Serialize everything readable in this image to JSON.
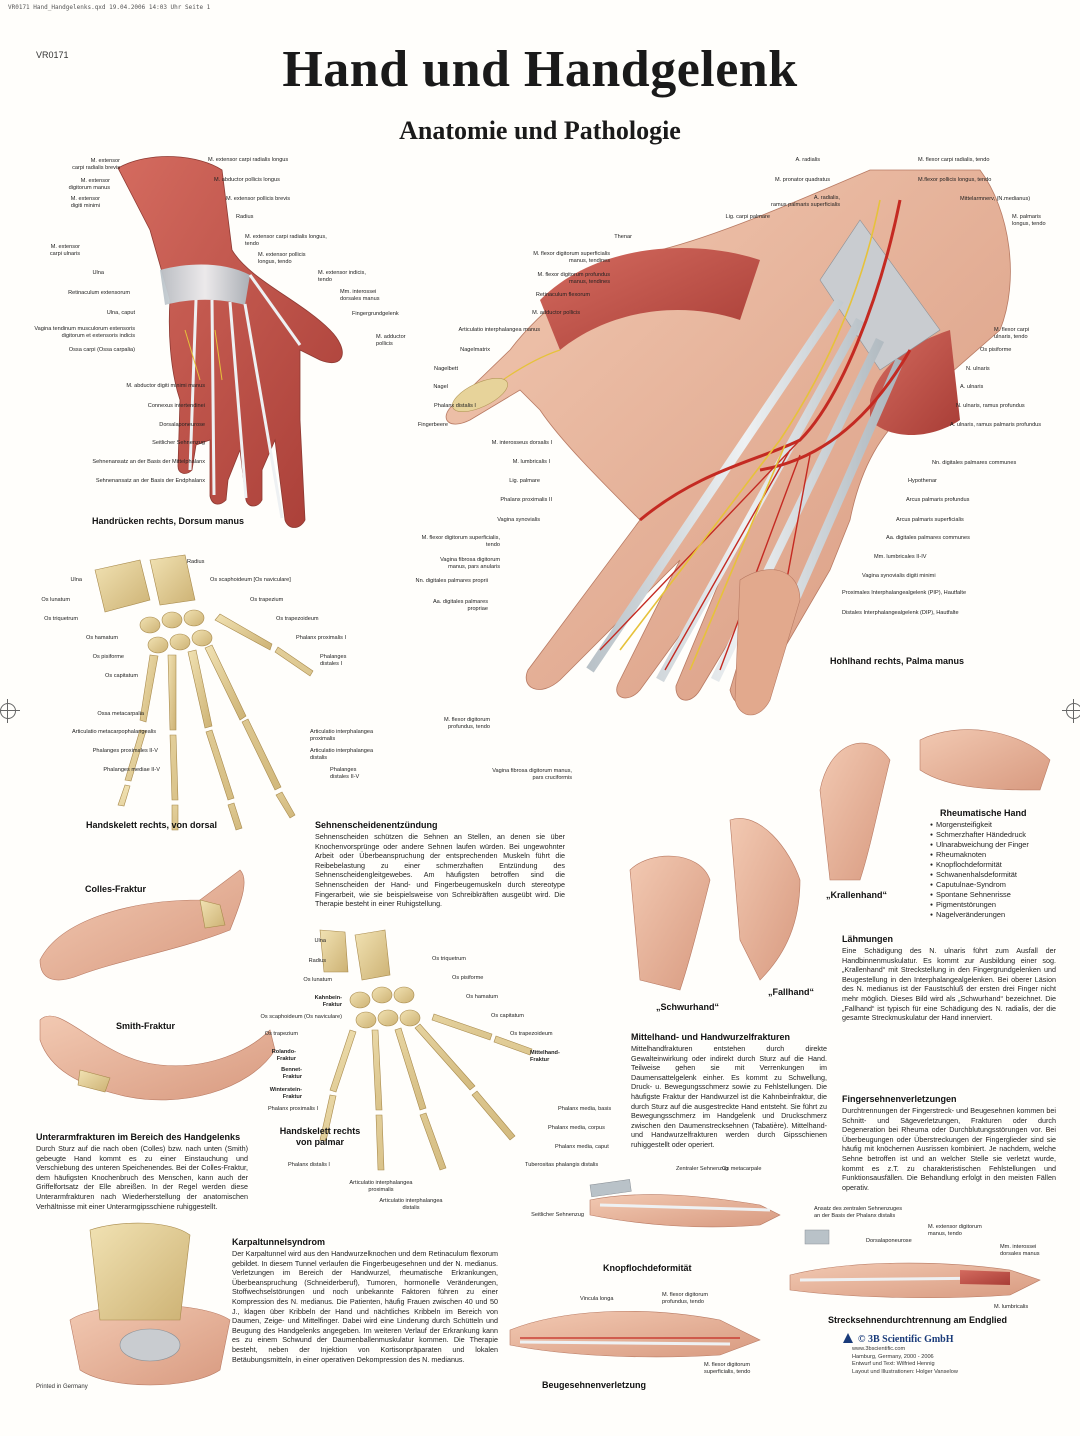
{
  "header": {
    "crop_line": "VR0171 Hand_Handgelenks.qxd  19.04.2006  14:03 Uhr  Seite 1",
    "code": "VR0171",
    "title": "Hand und Handgelenk",
    "subtitle": "Anatomie und Pathologie"
  },
  "dorsal": {
    "caption": "Handrücken rechts, Dorsum manus",
    "labels_left": [
      "M. extensor\ncarpi radialis brevis",
      "M. extensor\ndigitorum manus",
      "M. extensor\ndigiti minimi",
      "M. extensor\ncarpi ulnaris",
      "Ulna",
      "Retinaculum extensorum",
      "Ulna, caput",
      "Vagina tendinum musculorum extensoris\ndigitorum et extensoris indicis",
      "Ossa carpi (Ossa carpalia)",
      "M. abductor digiti minimi manus",
      "Connexus intertendinei",
      "Dorsalaponeurose",
      "Seitlicher Sehnenzug",
      "Sehnenansatz an der Basis der Mittelphalanx",
      "Sehnenansatz an der Basis der Endphalanx"
    ],
    "labels_right": [
      "M. extensor carpi radialis longus",
      "M. abductor pollicis longus",
      "M. extensor pollicis brevis",
      "Radius",
      "M. extensor carpi radialis longus,\ntendo",
      "M. extensor pollicis\nlongus, tendo",
      "M. extensor indicis,\ntendo",
      "Mm. interossei\ndorsales manus",
      "Fingergrundgelenk",
      "M. adductor\npollicis"
    ]
  },
  "palmar": {
    "caption": "Hohlhand rechts, Palma manus",
    "labels_top": [
      "A. radialis",
      "M. pronator quadratus",
      "A. radialis,\nramus palmaris superficialis",
      "Lig. carpi palmare",
      "M. flexor carpi radialis, tendo",
      "M.flexor pollicis longus, tendo",
      "Mittelarmnerv, (N.medianus)",
      "M. palmaris\nlongus, tendo"
    ],
    "labels_left": [
      "Thenar",
      "M. flexor digitorum superficialis\nmanus, tendines",
      "M. flexor digitorum profundus\nmanus, tendines",
      "Retinaculum flexorum",
      "M. adductor pollicis",
      "Articulatio interphalangea manus",
      "Nagelmatrix",
      "Nagelbett",
      "Nagel",
      "Phalanx distalis I",
      "Fingerbeere",
      "M. interosseus dorsalis I",
      "M. lumbricalis I",
      "Lig. palmare",
      "Phalanx proximalis II",
      "Vagina synovialis",
      "M. flexor digitorum superficialis,\ntendo",
      "Vagina fibrosa digitorum\nmanus, pars anularis",
      "Nn. digitales palmares proprii",
      "Aa. digitales palmares\npropriae",
      "M. flexor digitorum\nprofundus, tendo",
      "Vagina fibrosa digitorum manus,\npars cruciformis"
    ],
    "labels_right": [
      "M. flexor carpi\nulnaris, tendo",
      "Os pisiforme",
      "N. ulnaris",
      "A. ulnaris",
      "N. ulnaris, ramus profundus",
      "A. ulnaris, ramus palmaris profundus",
      "Nn. digitales palmares communes",
      "Hypothenar",
      "Arcus palmaris profundus",
      "Arcus palmaris superficialis",
      "Aa. digitales palmares communes",
      "Mm. lumbricales II-IV",
      "Vagina synovialis digiti minimi",
      "Proximales Interphalangealgelenk (PIP), Hautfalte",
      "Distales Interphalangealgelenk (DIP), Hautfalte"
    ]
  },
  "skeleton_dorsal": {
    "caption": "Handskelett rechts, von dorsal",
    "labels_left": [
      "Ulna",
      "Os lunatum",
      "Os triquetrum",
      "Os hamatum",
      "Os pisiforme",
      "Os capitatum",
      "Ossa metacarpalia",
      "Articulatio metacarpophalangealis",
      "Phalanges proximales II-V",
      "Phalanges mediae II-V"
    ],
    "labels_right": [
      "Radius",
      "Os scaphoideum [Os naviculare]",
      "Os trapezium",
      "Os trapezoideum",
      "Phalanx proximalis I",
      "Phalanges\ndistales I",
      "Articulatio interphalangea\nproximalis",
      "Articulatio interphalangea\ndistalis",
      "Phalanges\ndistales II-V"
    ]
  },
  "skeleton_palmar": {
    "caption": "Handskelett rechts\nvon palmar",
    "labels_left": [
      "Ulna",
      "Radius",
      "Os lunatum",
      "Kahnbein-\nFraktur",
      "Os scaphoideum (Os naviculare)",
      "Os trapezium",
      "Rolando-\nFraktur",
      "Bennet-\nFraktur",
      "Winterstein-\nFraktur",
      "Phalanx proximalis I",
      "Phalanx distalis I"
    ],
    "labels_right": [
      "Os triquetrum",
      "Os pisiforme",
      "Os hamatum",
      "Os capitatum",
      "Os trapezoideum",
      "Mittelhand-\nFraktur",
      "Phalanx media, basis",
      "Phalanx media, corpus",
      "Phalanx media, caput",
      "Tuberositas phalangis distalis"
    ],
    "labels_bottom": [
      "Articulatio interphalangea\nproximalis",
      "Articulatio interphalangea\ndistalis"
    ]
  },
  "sehnenscheiden": {
    "title": "Sehnenscheidenentzündung",
    "text": "Sehnenscheiden schützen die Sehnen an Stellen, an denen sie über Knochenvorsprünge oder andere Sehnen laufen würden. Bei ungewohnter Arbeit oder Überbeanspruchung der entsprechenden Muskeln führt die Reibebelastung zu einer schmerzhaften Entzündung des Sehnenscheidengleitgewebes. Am häufigsten betroffen sind die Sehnenscheiden der Hand- und Fingerbeugemuskeln durch stereotype Fingerarbeit, wie sie beispielsweise von Schreibkräften ausgeübt wird. Die Therapie besteht in einer Ruhigstellung."
  },
  "fractures": {
    "colles": "Colles-Fraktur",
    "smith": "Smith-Fraktur",
    "title": "Unterarmfrakturen im Bereich des Handgelenks",
    "text": "Durch Sturz auf die nach oben (Colles) bzw. nach unten (Smith) gebeugte Hand kommt es zu einer Einstauchung und Verschiebung des unteren Speichenendes. Bei der Colles-Fraktur, dem häufigsten Knochenbruch des Menschen, kann auch der Griffelfortsatz der Elle abreißen. In der Regel werden diese Unterarmfrakturen nach Wiederherstellung der anatomischen Verhältnisse mit einer Unterarmgipsschiene ruhiggestellt."
  },
  "rheuma": {
    "title": "Rheumatische Hand",
    "items": [
      "Morgensteifigkeit",
      "Schmerzhafter Händedruck",
      "Ulnarabweichung der Finger",
      "Rheumaknoten",
      "Knopflochdeformität",
      "Schwanenhalsdeformität",
      "Caputulnae-Syndrom",
      "Spontane Sehnenrisse",
      "Pigmentstörungen",
      "Nagelveränderungen"
    ]
  },
  "paralysis": {
    "krallen": "„Krallenhand“",
    "fall": "„Fallhand“",
    "schwur": "„Schwurhand“",
    "title": "Lähmungen",
    "text": "Eine Schädigung des N. ulnaris führt zum Ausfall der Handbinnenmuskulatur. Es kommt zur Ausbildung einer sog. „Krallenhand“ mit Streckstellung in den Fingergrundgelenken und Beugestellung in den Interphalangealgelenken. Bei oberer Läsion des N. medianus ist der Faustschluß der ersten drei Finger nicht mehr möglich. Dieses Bild wird als „Schwurhand“ bezeichnet. Die „Fallhand“ ist typisch für eine Schädigung des N. radialis, der die gesamte Streckmuskulatur der Hand innerviert."
  },
  "mittelhand": {
    "title": "Mittelhand- und Handwurzelfrakturen",
    "text": "Mittelhandfrakturen entstehen durch direkte Gewalteinwirkung oder indirekt durch Sturz auf die Hand. Teilweise gehen sie mit Verrenkungen im Daumensattelgelenk einher. Es kommt zu Schwellung, Druck- u. Bewegungsschmerz sowie zu Fehlstellungen. Die häufigste Fraktur der Handwurzel ist die Kahnbeinfraktur, die durch Sturz auf die ausgestreckte Hand entsteht. Sie führt zu Bewegungsschmerz im Handgelenk und Druckschmerz zwischen den Daumenstrecksehnen (Tabatière). Mittelhand- und Handwurzelfrakturen werden durch Gipsschienen ruhiggestellt oder operiert."
  },
  "fingersehnen": {
    "title": "Fingersehnenverletzungen",
    "text": "Durchtrennungen der Fingerstreck- und Beugesehnen kommen bei Schnitt- und Sägeverletzungen, Frakturen oder durch Degeneration bei Rheuma oder Durchblutungsstörungen vor. Bei Überbeugungen oder Überstreckungen der Fingerglieder sind sie häufig mit knöchernen Ausrissen kombiniert. Je nachdem, welche Sehne betroffen ist und an welcher Stelle sie verletzt wurde, kommt es z.T. zu charakteristischen Fehlstellungen und Funktionsausfällen. Die Behandlung erfolgt in den meisten Fällen operativ."
  },
  "karpaltunnel": {
    "title": "Karpaltunnelsyndrom",
    "text": "Der Karpaltunnel wird aus den Handwurzelknochen und dem Retinaculum flexorum gebildet. In diesem Tunnel verlaufen die Fingerbeugesehnen und der N. medianus. Verletzungen im Bereich der Handwurzel, rheumatische Erkrankungen, Überbeanspruchung (Schneiderberuf), Tumoren, hormonelle Veränderungen, Stoffwechselstörungen und noch unbekannte Faktoren führen zu einer Kompression des N. medianus. Die Patienten, häufig Frauen zwischen 40 und 50 J., klagen über Kribbeln der Hand und nächtliches Kribbeln im Bereich von Daumen, Zeige- und Mittelfinger. Dabei wird eine Linderung durch Schütteln und Beugung des Handgelenks angegeben. Im weiteren Verlauf der Erkrankung kann es zu einem Schwund der Daumenballenmuskulatur kommen. Die Therapie besteht, neben der Injektion von Kortisonpräparaten und lokalen Betäubungsmitteln, in einer operativen Dekompression des N. medianus."
  },
  "tendon_details": {
    "knopfloch": "Knopflochdeformität",
    "knopfloch_labels": [
      "Zentraler Sehnenzug",
      "Os metacarpale",
      "Seitlicher Sehnenzug"
    ],
    "beuge": "Beugesehnenverletzung",
    "beuge_labels": [
      "Vincula longa",
      "M. flexor digitorum\nprofundus, tendo",
      "M. flexor digitorum\nsuperficialis, tendo"
    ],
    "streck": "Strecksehnendurchtrennung am Endglied",
    "streck_labels": [
      "Ansatz des zentralen Sehnenzuges\nan der Basis der Phalanx distalis",
      "M. extensor digitorum\nmanus, tendo",
      "Dorsalaponeurose",
      "Mm. interossei\ndorsales manus",
      "M. lumbricalis"
    ]
  },
  "footer": {
    "brand": "© 3B Scientific GmbH",
    "credits": [
      "www.3bscientific.com",
      "Hamburg, Germany, 2000 - 2006",
      "Entwurf und Text: Wilfried Hennig",
      "Layout und Illustrationen: Holger Vanselow"
    ],
    "printed": "Printed in Germany"
  },
  "colors": {
    "skin": "#e9b9a0",
    "muscle": "#c8554e",
    "tendon": "#d9dde0",
    "bone": "#e7d39a",
    "artery": "#c42a22",
    "nerve": "#e6c23a",
    "brand": "#1a3b7a"
  }
}
